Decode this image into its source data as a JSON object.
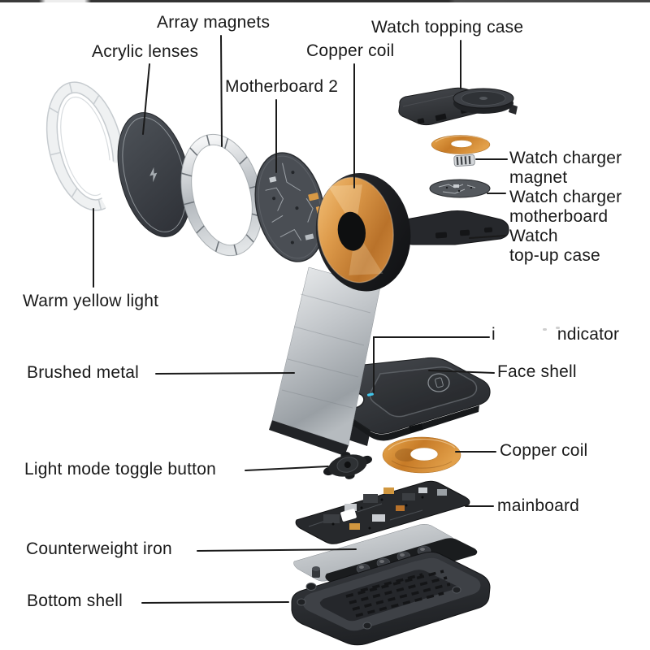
{
  "figure": {
    "type": "exploded-view-diagram",
    "subject": "magnetic wireless charging stand"
  },
  "labels": {
    "array_magnets": "Array magnets",
    "acrylic_lenses": "Acrylic lenses",
    "copper_coil_top": "Copper coil",
    "watch_topping_case": "Watch topping case",
    "motherboard_2": "Motherboard 2",
    "watch_charger_magnet": "Watch charger\nmagnet",
    "watch_charger_motherboard": "Watch charger\nmotherboard",
    "watch_top_up_case": "Watch\ntop-up case",
    "warm_yellow_light": "Warm yellow light",
    "indicator_prefix": "i",
    "indicator_suffix": "ndicator",
    "brushed_metal": "Brushed metal",
    "face_shell": "Face shell",
    "copper_coil_bottom": "Copper coil",
    "light_mode_toggle_button": "Light mode toggle button",
    "mainboard": "mainboard",
    "counterweight_iron": "Counterweight iron",
    "bottom_shell": "Bottom shell"
  },
  "icons": {
    "lens_disc": "lightning-bolt-icon",
    "face_shell": "phone-charging-icon"
  },
  "colors": {
    "text": "#1a1a1a",
    "leader_line": "#1a1a1a",
    "copper": "#c77b27",
    "copper_light": "#f6c57d",
    "dark_shell": "#2f3135",
    "brushed_metal": "#c7cbcf",
    "pcb": "#4a4e54",
    "indicator_blue": "#41c7ec",
    "background": "#ffffff"
  }
}
